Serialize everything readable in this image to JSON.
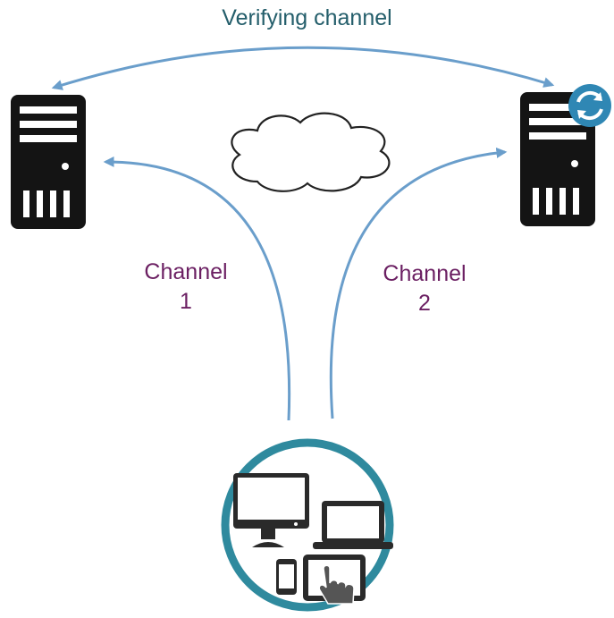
{
  "labels": {
    "verifying_channel": "Verifying channel",
    "channel_1": {
      "name": "Channel",
      "number": "1"
    },
    "channel_2": {
      "name": "Channel",
      "number": "2"
    }
  },
  "icons": {
    "left_server": "server-icon",
    "right_server": "server-icon",
    "server_badge": "refresh-globe-icon",
    "network": "cloud-icon",
    "devices": [
      "monitor-icon",
      "laptop-icon",
      "phone-icon",
      "tablet-icon",
      "pointing-hand-icon"
    ]
  },
  "colors": {
    "verify_text": "#245e6b",
    "channel_text": "#6b1f62",
    "arrow": "#6a9ecb",
    "circle_ring": "#2f8a9e",
    "server": "#141414",
    "badge": "#2f87b4"
  }
}
